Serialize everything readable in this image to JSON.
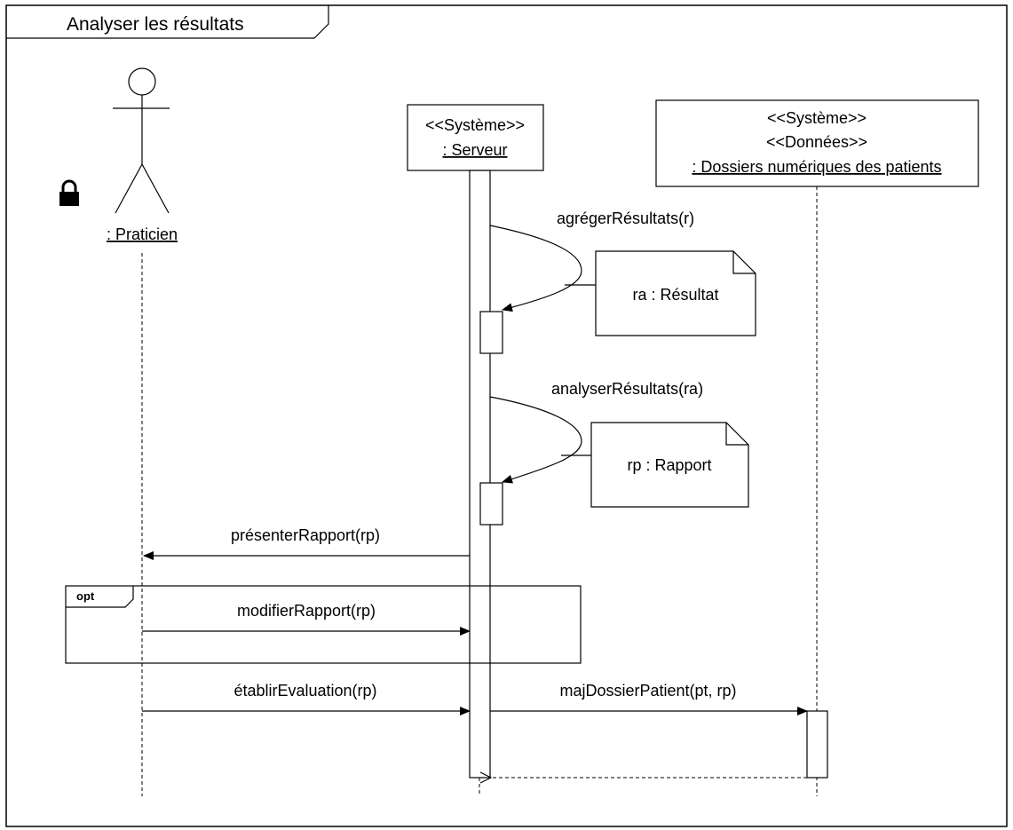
{
  "frame": {
    "title": "Analyser les résultats"
  },
  "actor": {
    "name": ": Praticien"
  },
  "server": {
    "stereotype": "<<Système>>",
    "name": ": Serveur"
  },
  "data_store": {
    "stereotype1": "<<Système>>",
    "stereotype2": "<<Données>>",
    "name": ": Dossiers numériques des patients"
  },
  "messages": {
    "aggregate": "agrégerRésultats(r)",
    "analyze": "analyserRésultats(ra)",
    "present": "présenterRapport(rp)",
    "modify": "modifierRapport(rp)",
    "evaluate": "établirEvaluation(rp)",
    "update_record": "majDossierPatient(pt, rp)"
  },
  "notes": {
    "result": "ra : Résultat",
    "report": "rp : Rapport"
  },
  "fragment": {
    "operator": "opt"
  },
  "icons": {
    "actor_marker": "lock-icon"
  }
}
